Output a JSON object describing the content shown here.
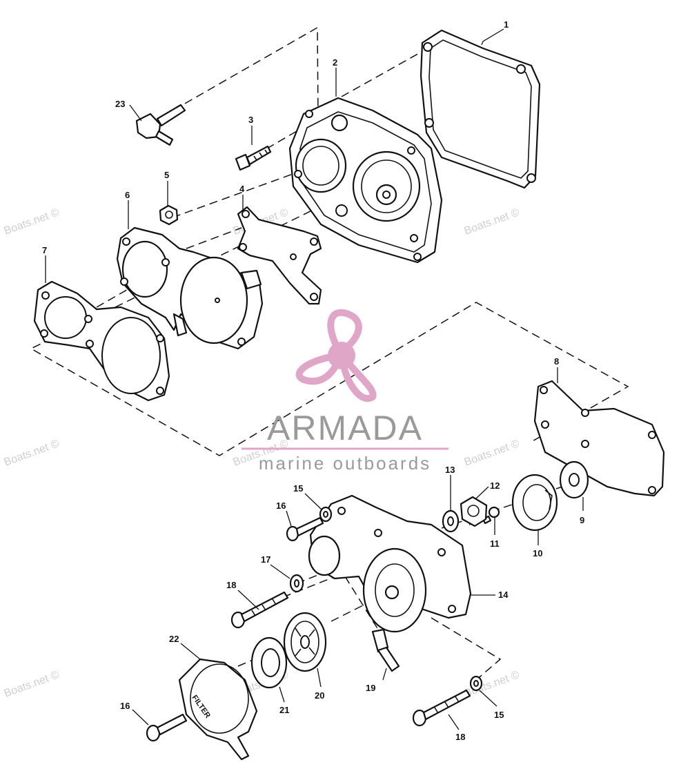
{
  "brand": {
    "title": "ARMADA",
    "subtitle": "marine outboards",
    "logo_color": "#e0a6c8",
    "text_color": "#9a9a9a"
  },
  "watermark": "Boats.net ©",
  "filter_label": "FILTER",
  "callouts": [
    "1",
    "2",
    "3",
    "4",
    "5",
    "6",
    "7",
    "8",
    "9",
    "10",
    "11",
    "12",
    "13",
    "14",
    "15",
    "16",
    "17",
    "18",
    "19",
    "20",
    "21",
    "22",
    "23",
    "15",
    "16",
    "18"
  ]
}
